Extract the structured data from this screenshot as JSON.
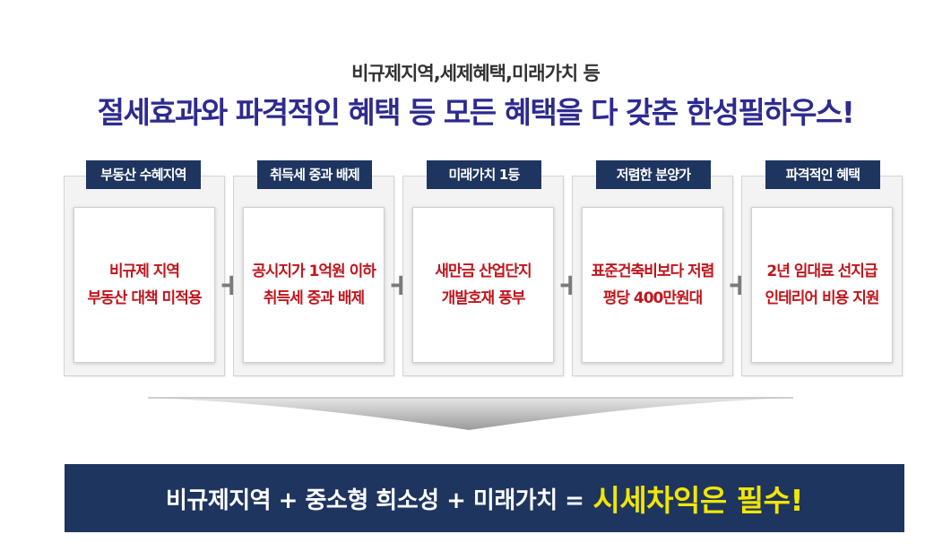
{
  "header": {
    "subtitle": "비규제지역,세제혜택,미래가치 등",
    "headline": "절세효과와 파격적인 혜택 등 모든 혜택을 다 갖춘 한성필하우스!"
  },
  "cards": [
    {
      "label": "부동산 수혜지역",
      "line1": "비규제 지역",
      "line2": "부동산 대책 미적용"
    },
    {
      "label": "취득세 중과 배제",
      "line1": "공시지가 1억원 이하",
      "line2": "취득세 중과 배제"
    },
    {
      "label": "미래가치 1등",
      "line1": "새만금 산업단지",
      "line2": "개발호재 풍부"
    },
    {
      "label": "저렴한 분양가",
      "line1": "표준건축비보다 저렴",
      "line2": "평당 400만원대"
    },
    {
      "label": "파격적인 혜택",
      "line1": "2년 임대료 선지급",
      "line2": "인테리어 비용 지원"
    }
  ],
  "plus_sign": "+",
  "banner": {
    "text": "비규제지역 + 중소형 희소성 + 미래가치 =",
    "highlight": "시세차익은 필수!"
  },
  "colors": {
    "navy": "#1e3560",
    "headline": "#2e2a8f",
    "card_text": "#c0151c",
    "highlight": "#f2e600"
  }
}
